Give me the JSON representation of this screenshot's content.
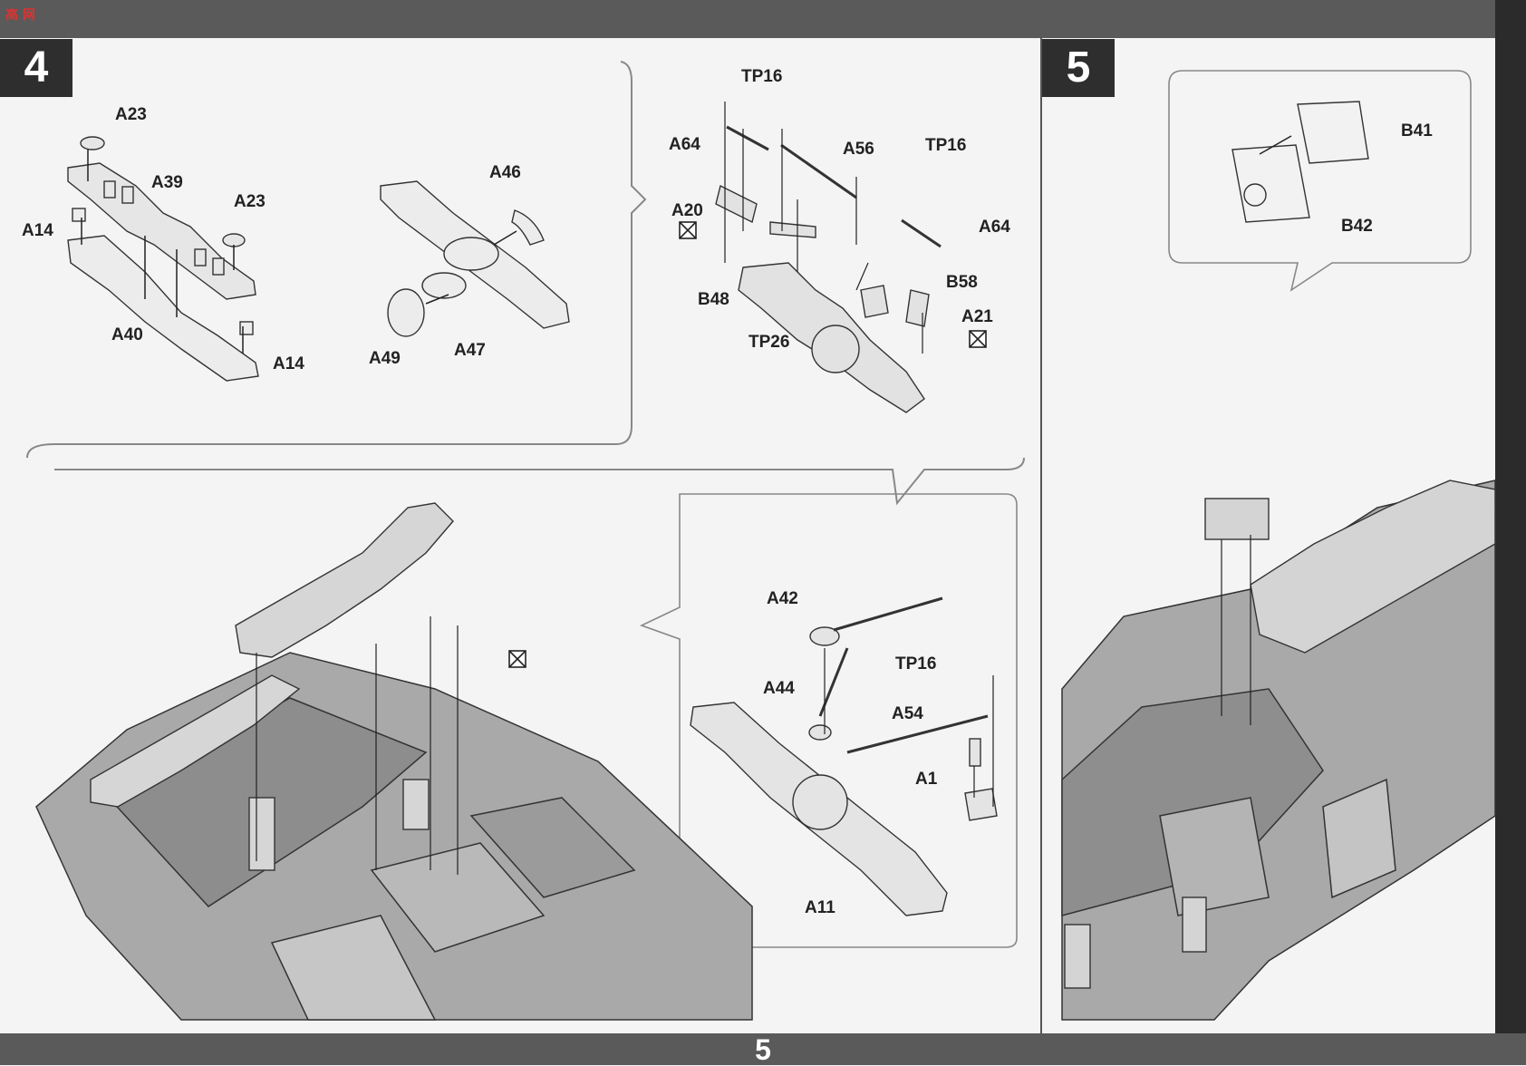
{
  "header": {
    "logo_text": "高 网"
  },
  "steps": {
    "step4": "4",
    "step5": "5"
  },
  "page_number": "5",
  "callouts": {
    "a23_top": "A23",
    "a39": "A39",
    "a23_right": "A23",
    "a14_left": "A14",
    "a40": "A40",
    "a14_bottom": "A14",
    "a46": "A46",
    "a49": "A49",
    "a47": "A47",
    "tp16_top": "TP16",
    "a64_left": "A64",
    "a56": "A56",
    "tp16_right": "TP16",
    "a20": "A20",
    "a64_right": "A64",
    "b58": "B58",
    "b48": "B48",
    "a21": "A21",
    "tp26": "TP26",
    "b41": "B41",
    "b42": "B42",
    "a42": "A42",
    "tp16_lower": "TP16",
    "a44": "A44",
    "a54": "A54",
    "a1": "A1",
    "a11": "A11"
  },
  "colors": {
    "bar": "#5a5a5a",
    "step_box": "#2e2e2e",
    "hull": "#a9a9a9",
    "paper": "#f4f4f4"
  }
}
